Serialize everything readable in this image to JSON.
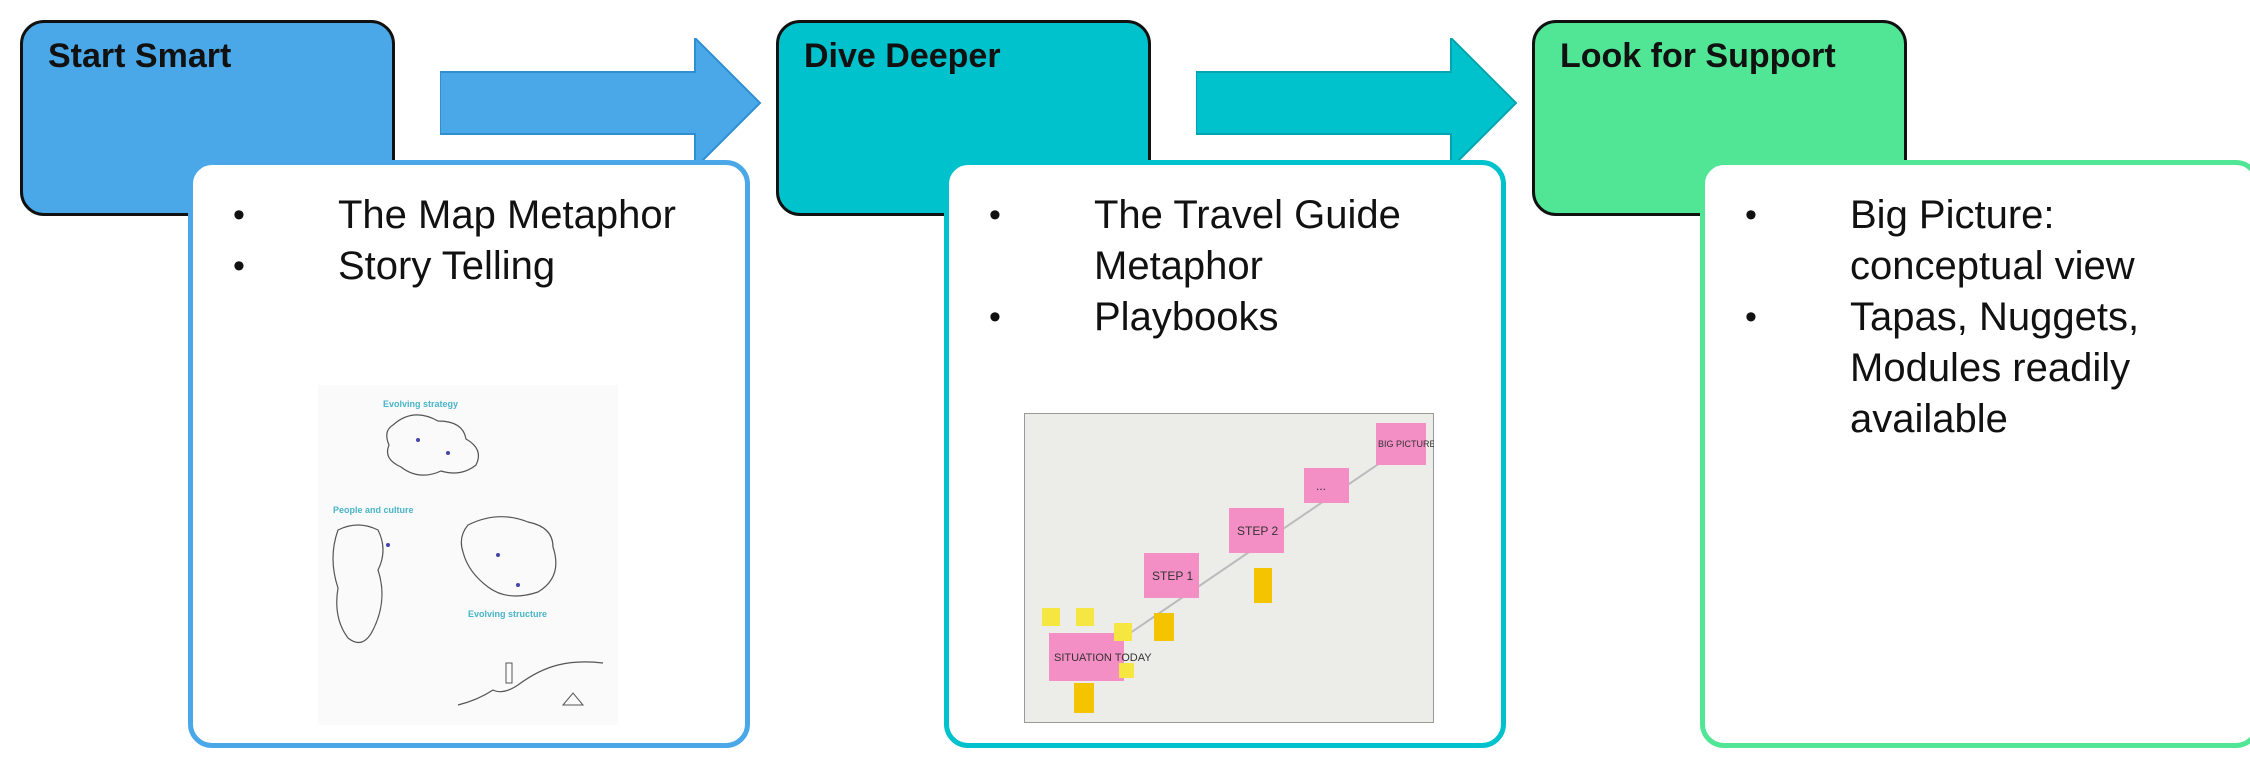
{
  "phases": [
    {
      "title": "Start Smart",
      "color": "#4aa8e8",
      "items": [
        "The Map Metaphor",
        "Story Telling"
      ],
      "image": "map-metaphor-illustration",
      "image_text": {
        "evolving_strategy": "Evolving strategy",
        "people_and_culture": "People and culture",
        "evolving_structure": "Evolving structure"
      }
    },
    {
      "title": "Dive Deeper",
      "color": "#00c2cc",
      "items": [
        "The Travel Guide Metaphor",
        "Playbooks"
      ],
      "image": "playbook-sticky-notes-photo",
      "image_text": {
        "situation": "SITUATION TODAY",
        "step1": "STEP 1",
        "step2": "STEP 2",
        "dots": "...",
        "big_picture": "BIG PICTURE"
      }
    },
    {
      "title": "Look for Support",
      "color": "#50e695",
      "items": [
        "Big Picture: conceptual view",
        "Tapas, Nuggets, Modules readily available"
      ]
    }
  ],
  "arrow_color": "#4aa8e8",
  "arrow_color_2": "#00c2cc"
}
